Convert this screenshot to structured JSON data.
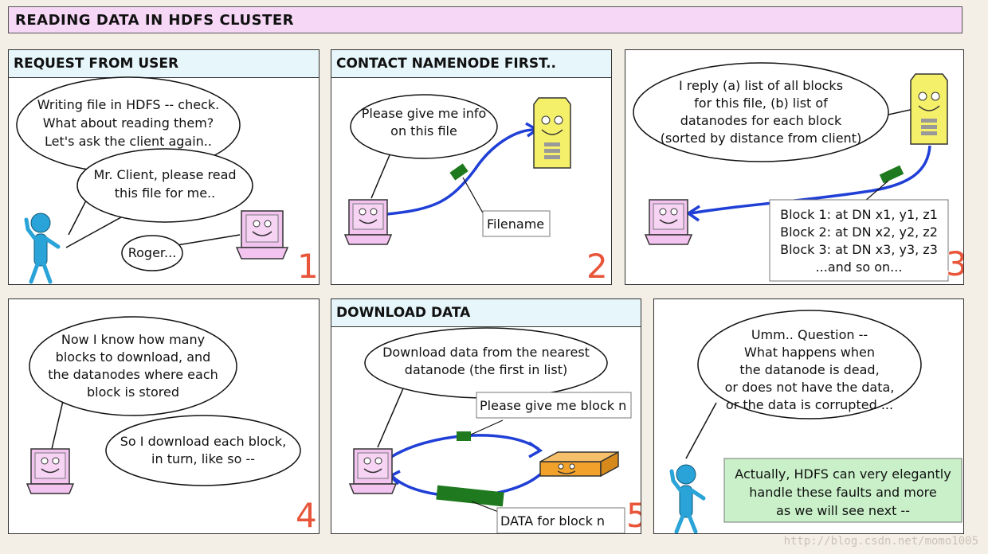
{
  "title": "READING DATA IN HDFS CLUSTER",
  "panels": [
    {
      "header": "REQUEST FROM USER",
      "number": "1",
      "bubbles": [
        [
          "Writing file in HDFS -- check.",
          "What about reading them?",
          "Let's ask the client again.."
        ],
        [
          "Mr. Client, please read",
          "this file for me.."
        ],
        [
          "Roger..."
        ]
      ]
    },
    {
      "header": "CONTACT NAMENODE FIRST..",
      "number": "2",
      "bubbles": [
        [
          "Please give me info",
          "on this file"
        ]
      ],
      "label": "Filename"
    },
    {
      "header": "",
      "number": "3",
      "bubbles": [
        [
          "I reply (a) list of all blocks",
          "for this file, (b) list of",
          "datanodes for each block",
          "(sorted by distance from client)"
        ]
      ],
      "block_list": [
        "Block 1: at DN x1, y1, z1",
        "Block 2: at DN x2, y2, z2",
        "Block 3: at DN x3, y3, z3",
        "...and so on..."
      ]
    },
    {
      "header": "",
      "number": "4",
      "bubbles": [
        [
          "Now I know how many",
          "blocks to download, and",
          "the datanodes where each",
          "block is stored"
        ],
        [
          "So I download each block,",
          "in turn, like so --"
        ]
      ]
    },
    {
      "header": "DOWNLOAD DATA",
      "number": "5",
      "bubbles": [
        [
          "Download data from the nearest",
          "datanode (the first in list)"
        ]
      ],
      "label_request": "Please give me block n",
      "label_data": "DATA for block n"
    },
    {
      "header": "",
      "number": "",
      "bubbles": [
        [
          "Umm.. Question --",
          "What happens when",
          "the datanode is dead,",
          "or does not have the data,",
          "or the data is corrupted ..."
        ]
      ],
      "note": [
        "Actually, HDFS can very elegantly",
        "handle these faults and more",
        "as we will see next --"
      ]
    }
  ],
  "watermark": "http://blog.csdn.net/momo1005",
  "colors": {
    "arrow": "#1f3fd6",
    "packet": "#1f7a1f",
    "namenode": "#f5f06a",
    "laptop": "#f3c4f0",
    "person": "#2aa3d8",
    "disk": "#f2a22b",
    "note": "#c9f0c9"
  }
}
